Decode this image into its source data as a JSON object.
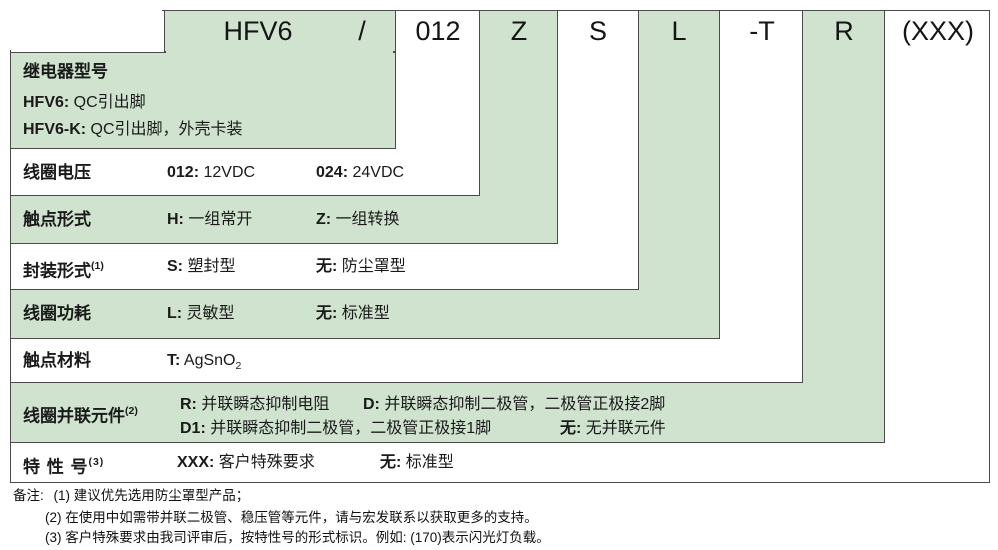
{
  "code": {
    "series": "HFV6",
    "separator": "/",
    "segments": [
      "012",
      "Z",
      "S",
      "L",
      "-T",
      "R",
      "(XXX)"
    ]
  },
  "rows": [
    {
      "label": "继电器型号",
      "lines": [
        {
          "key": "HFV6:",
          "desc": " QC引出脚"
        },
        {
          "key": "HFV6-K:",
          "desc": " QC引出脚，外壳卡装"
        }
      ]
    },
    {
      "label": "线圈电压",
      "values": [
        {
          "key": "012:",
          "desc": " 12VDC"
        },
        {
          "key": "024:",
          "desc": " 24VDC"
        }
      ]
    },
    {
      "label": "触点形式",
      "values": [
        {
          "key": "H:",
          "desc": " 一组常开"
        },
        {
          "key": "Z:",
          "desc": " 一组转换"
        }
      ]
    },
    {
      "label": "封装形式",
      "sup": "(1)",
      "values": [
        {
          "key": "S:",
          "desc": " 塑封型"
        },
        {
          "key": "无:",
          "desc": " 防尘罩型"
        }
      ]
    },
    {
      "label": "线圈功耗",
      "values": [
        {
          "key": "L:",
          "desc": " 灵敏型"
        },
        {
          "key": "无:",
          "desc": " 标准型"
        }
      ]
    },
    {
      "label": "触点材料",
      "values": [
        {
          "key": "T:",
          "desc": " AgSnO",
          "sub": "2"
        }
      ]
    },
    {
      "label": "线圈并联元件",
      "sup": "(2)",
      "line1": [
        {
          "key": "R:",
          "desc": " 并联瞬态抑制电阻"
        },
        {
          "key": "D:",
          "desc": " 并联瞬态抑制二极管，二极管正极接2脚"
        }
      ],
      "line2": [
        {
          "key": "D1:",
          "desc": " 并联瞬态抑制二极管，二极管正极接1脚"
        },
        {
          "key": "无:",
          "desc": " 无并联元件"
        }
      ]
    },
    {
      "label": "特 性 号",
      "sup": "(3)",
      "values": [
        {
          "key": "XXX:",
          "desc": " 客户特殊要求"
        },
        {
          "key": "无:",
          "desc": " 标准型"
        }
      ]
    }
  ],
  "notes": {
    "prefix": "备注:",
    "items": [
      "(1) 建议优先选用防尘罩型产品；",
      "(2) 在使用中如需带并联二极管、稳压管等元件，请与宏发联系以获取更多的支持。",
      "(3) 客户特殊要求由我司评审后，按特性号的形式标识。例如: (170)表示闪光灯负载。"
    ]
  },
  "colors": {
    "green": "#cfe3cf",
    "border": "#4a4a4a"
  }
}
